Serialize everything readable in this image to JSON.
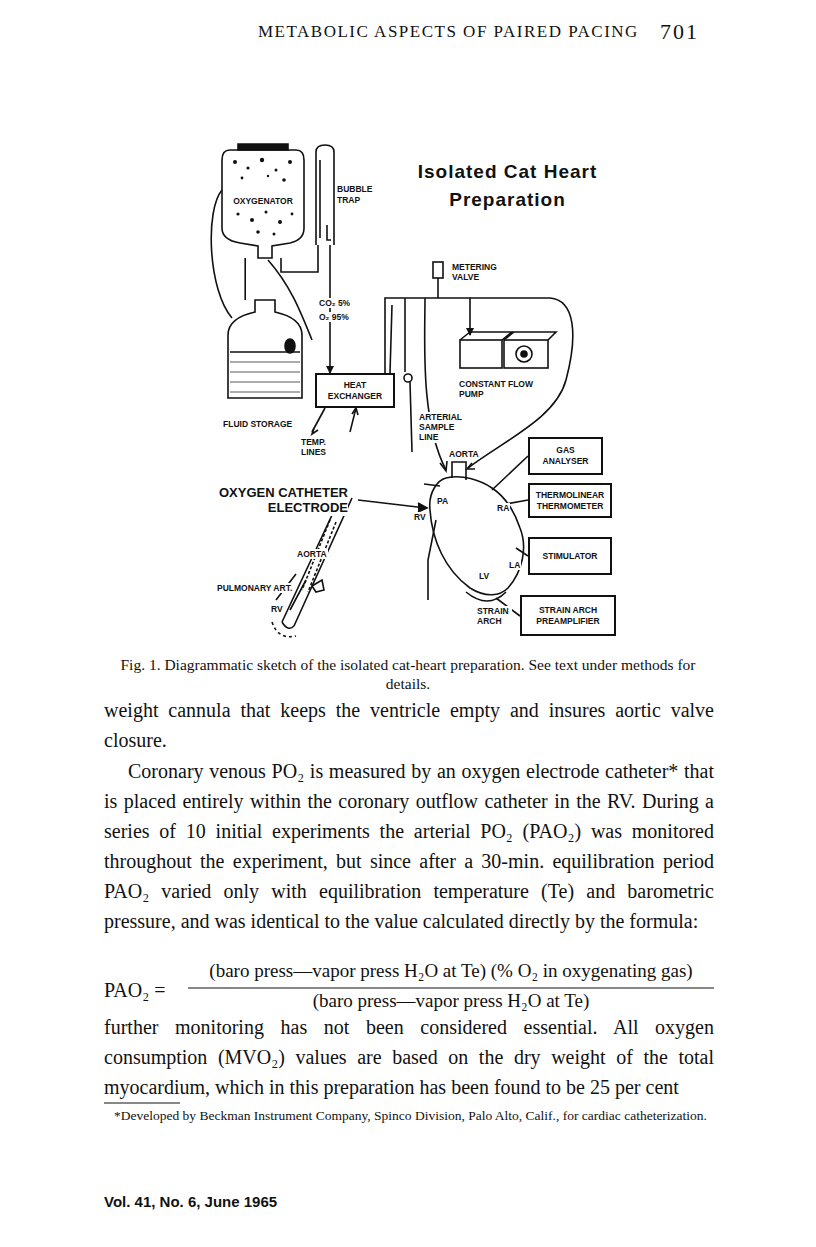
{
  "diagram": {
    "title": "Isolated Cat Heart Preparation",
    "caption": "Fig. 1. Diagrammatic sketch of the isolated cat-heart preparation. See text under methods for details.",
    "nodes": [
      {
        "text": [
          "OXYGENATOR"
        ]
      },
      {
        "text": [
          "BUBBLE TRAP"
        ]
      },
      {
        "text": [
          "HEAT EXCHANGER"
        ]
      },
      {
        "text": [
          "CONSTANT FLOW PUMP"
        ]
      },
      {
        "text": [
          "GAS ANALYSER"
        ]
      },
      {
        "text": [
          "THERMOLINEAR THERMOMETER"
        ]
      },
      {
        "text": [
          "STIMULATOR"
        ]
      },
      {
        "text": [
          "STRAIN ARCH PREAMPLIFIER"
        ]
      },
      {
        "text": [
          "FLUID STORAGE"
        ]
      }
    ],
    "edges": [
      {
        "from": 8,
        "to": 0,
        "arrow": "none"
      },
      {
        "from": 0,
        "to": 1,
        "arrow": "none"
      },
      {
        "from": 1,
        "to": 2,
        "arrow": "to"
      },
      {
        "from": 2,
        "to": 3,
        "arrow": "to"
      }
    ],
    "labels": [
      "METABOLIC ASPECTS OF PAIRED PACING",
      "701",
      "CO₂ 5%",
      "O₂ 95%",
      "METERING VALVE",
      "TEMP. LINES",
      "ARTERIAL SAMPLE LINE",
      "OXYGEN CATHETER ELECTRODE",
      "AORTA",
      "PULMONARY ART.",
      "RV",
      "AORTA",
      "PA",
      "RA",
      "RV",
      "LA",
      "LV",
      "STRAIN ARCH",
      "weight cannula that keeps the ventricle empty and insures aortic valve closure.",
      "Coronary venous PO₂ is measured by an oxygen electrode catheter* that is placed entirely within the coronary outflow catheter in the RV. During a series of 10 initial experiments the arterial PO₂ (PAO₂) was monitored throughout the experiment, but since after a 30-min. equilibration period PAO₂ varied only with equilibration temperature (Te) and barometric pressure, and was identical to the value calculated directly by the formula:",
      "PAO₂ =",
      "(baro press—vapor press H₂O at Te) (% O₂ in oxygenating gas)",
      "(baro press—vapor press H₂O at Te)",
      "further monitoring has not been considered essential. All oxygen consumption (MVO₂) values are based on the dry weight of the total myocardium, which in this preparation has been found to be 25 per cent",
      "*Developed by Beckman Instrument Company, Spinco Division, Palo Alto, Calif., for cardiac catheterization.",
      "Vol. 41, No. 6, June 1965"
    ]
  }
}
